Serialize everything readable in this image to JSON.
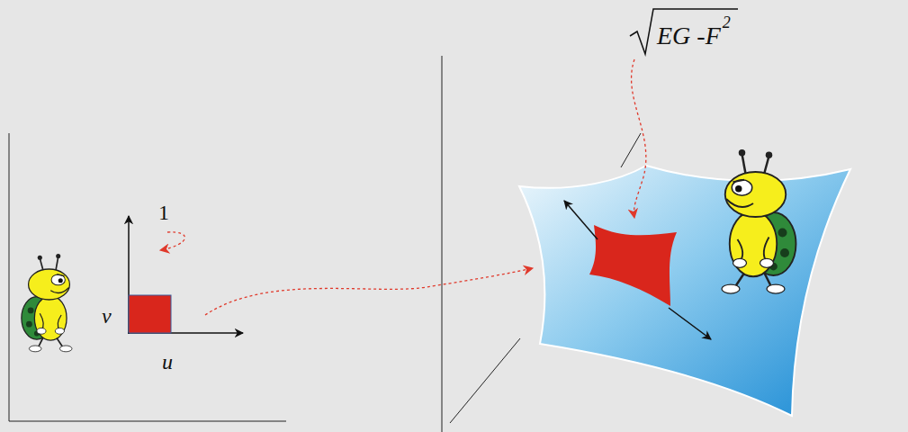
{
  "diagram": {
    "labels": [
      "1",
      "v",
      "u",
      "EG -F",
      "2"
    ]
  }
}
